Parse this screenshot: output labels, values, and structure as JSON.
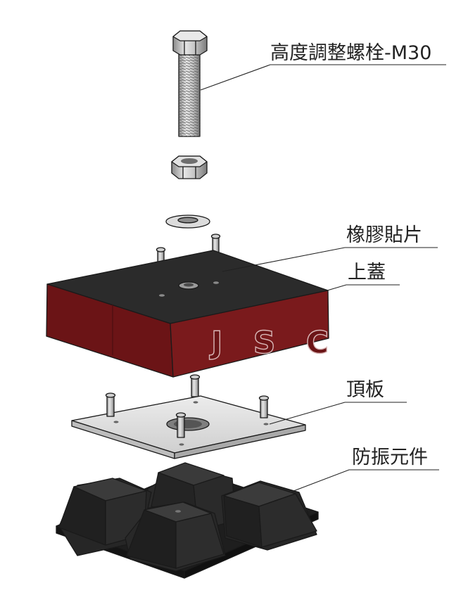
{
  "labels": {
    "bolt": "高度調整螺栓-M30",
    "rubber_pad": "橡膠貼片",
    "top_cover": "上蓋",
    "top_plate": "頂板",
    "damper": "防振元件"
  },
  "brand": "J S C",
  "colors": {
    "cover_side": "#6b1416",
    "cover_top": "#2b2b2b",
    "plate": "#d9d9d9",
    "rubber": "#262626",
    "steel": "#b5b5b5"
  }
}
